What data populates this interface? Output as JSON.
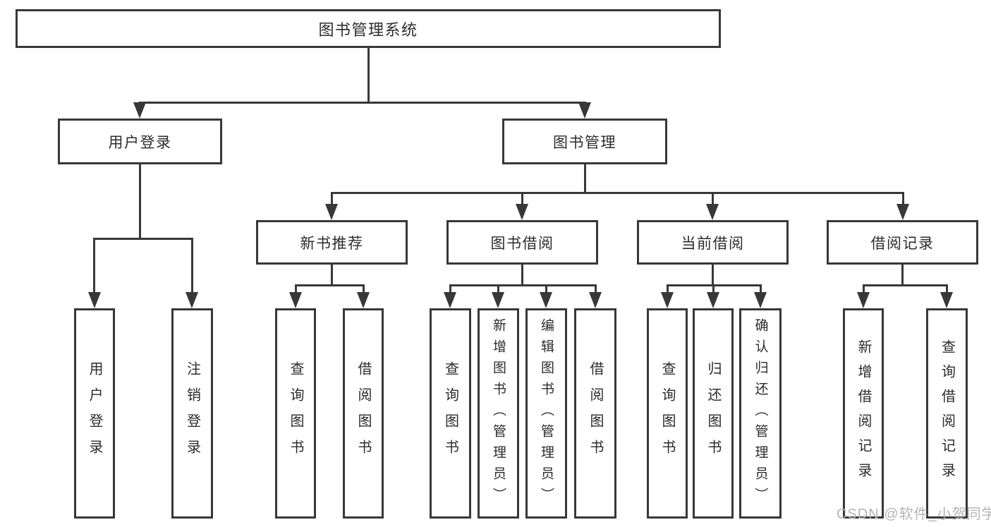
{
  "diagram": {
    "type": "tree",
    "root": {
      "label": "图书管理系统"
    },
    "children": [
      {
        "label": "用户登录",
        "children": [
          {
            "label": "用户登录"
          },
          {
            "label": "注销登录"
          }
        ]
      },
      {
        "label": "图书管理",
        "children": [
          {
            "label": "新书推荐",
            "children": [
              {
                "label": "查询图书"
              },
              {
                "label": "借阅图书"
              }
            ]
          },
          {
            "label": "图书借阅",
            "children": [
              {
                "label": "查询图书"
              },
              {
                "label": "新增图书（管理员）"
              },
              {
                "label": "编辑图书（管理员）"
              },
              {
                "label": "借阅图书"
              }
            ]
          },
          {
            "label": "当前借阅",
            "children": [
              {
                "label": "查询图书"
              },
              {
                "label": "归还图书"
              },
              {
                "label": "确认归还（管理员）"
              }
            ]
          },
          {
            "label": "借阅记录",
            "children": [
              {
                "label": "新增借阅记录"
              },
              {
                "label": "查询借阅记录"
              }
            ]
          }
        ]
      }
    ]
  },
  "watermark": {
    "text": "CSDN @软件_小贺同学",
    "color": "#b4b4b4"
  },
  "colors": {
    "line": "#383838",
    "text": "#2c2c2c",
    "box_fill": "#ffffff",
    "background": "#ffffff"
  }
}
